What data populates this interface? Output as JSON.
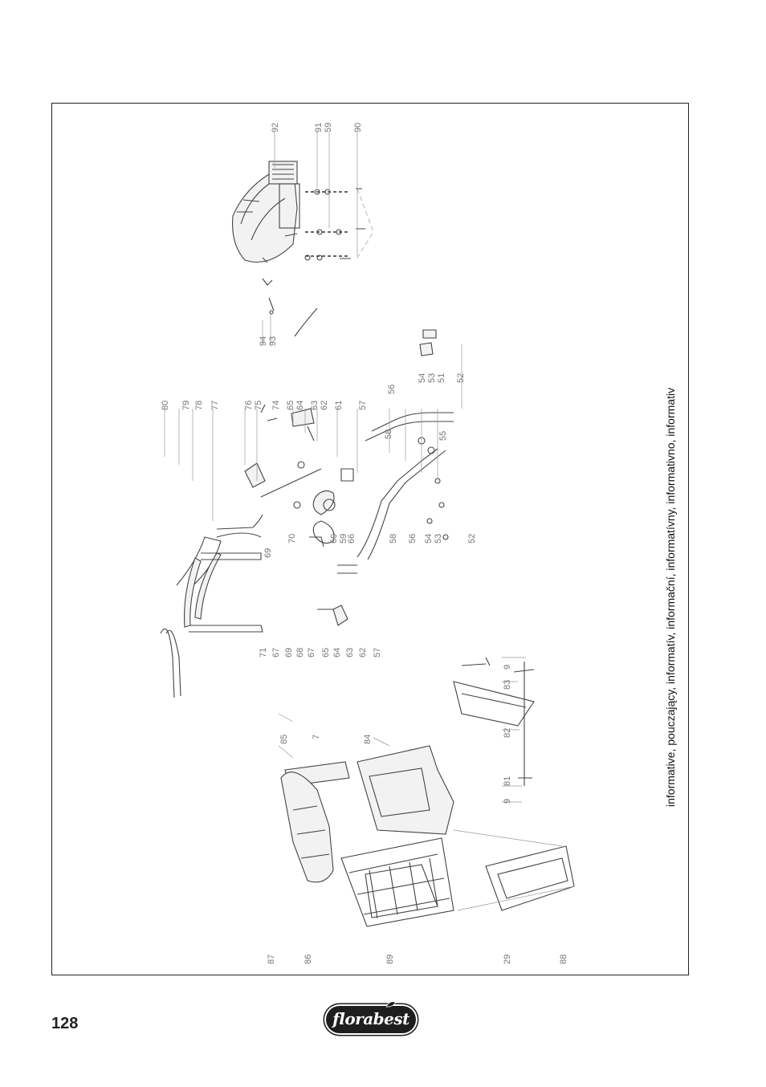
{
  "page": {
    "number": "128"
  },
  "side_note": "informative, pouczający, informatív, informační, informatívny, informativno, informativ",
  "brand": {
    "logo_text": "florabest"
  },
  "callouts": {
    "c92": "92",
    "c91": "91",
    "c59a": "59",
    "c90": "90",
    "c94": "94",
    "c93": "93",
    "c80": "80",
    "c79": "79",
    "c78": "78",
    "c77": "77",
    "c76": "76",
    "c75": "75",
    "c74": "74",
    "c65a": "65",
    "c64a": "64",
    "c63a": "63",
    "c62a": "62",
    "c61": "61",
    "c57a": "57",
    "c56a": "56",
    "c58a": "58",
    "c55": "55",
    "c54a": "54",
    "c53a": "53",
    "c51": "51",
    "c52a": "52",
    "c69a": "69",
    "c70": "70",
    "c60": "60",
    "c59b": "59",
    "c66": "66",
    "c58b": "58",
    "c56b": "56",
    "c54b": "54",
    "c53b": "53",
    "c52b": "52",
    "c71": "71",
    "c67a": "67",
    "c69b": "69",
    "c68": "68",
    "c67b": "67",
    "c65b": "65",
    "c64b": "64",
    "c63b": "63",
    "c62b": "62",
    "c57b": "57",
    "c9a": "9",
    "c83": "83",
    "c82": "82",
    "c81": "81",
    "c9b": "9",
    "c85": "85",
    "c7": "7",
    "c84": "84",
    "c87": "87",
    "c86": "86",
    "c89": "89",
    "c29": "29",
    "c88": "88"
  }
}
